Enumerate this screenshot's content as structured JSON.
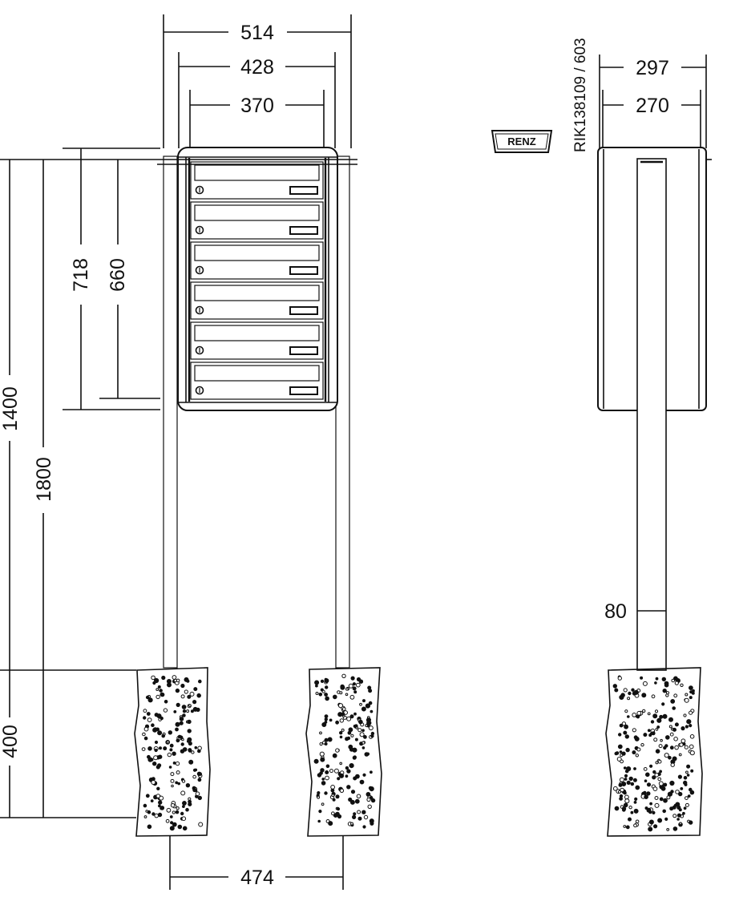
{
  "front_view": {
    "dimensions": {
      "width_outer": "514",
      "width_mid": "428",
      "width_inner": "370",
      "height_box": "718",
      "height_inner": "660",
      "height_top": "1400",
      "height_total": "1800",
      "foundation_depth": "400",
      "post_spacing": "474"
    },
    "compartment_count": 6
  },
  "side_view": {
    "model_code": "RIK138109 / 603",
    "dimensions": {
      "depth_outer": "297",
      "depth_inner": "270",
      "post_width": "80"
    }
  },
  "brand_logo": "RENZ"
}
